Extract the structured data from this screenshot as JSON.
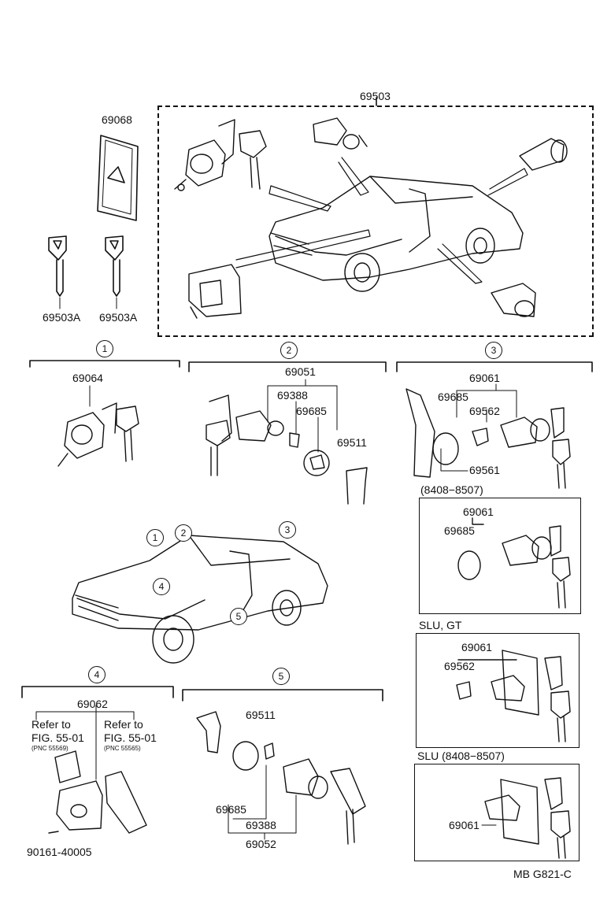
{
  "section_tags": [
    "1",
    "2",
    "3",
    "4",
    "5"
  ],
  "top": {
    "assembly": "69503",
    "cover": "69068",
    "key_left": "69503A",
    "key_right": "69503A"
  },
  "s1": {
    "part": "69064"
  },
  "s2": {
    "parent": "69051",
    "a": "69388",
    "b": "69685",
    "c": "69511"
  },
  "s3": {
    "parent": "69061",
    "a": "69685",
    "b": "69562",
    "c": "69561"
  },
  "v1": {
    "title": "(8408−8507)",
    "parent": "69061",
    "a": "69685"
  },
  "v2": {
    "title": "SLU, GT",
    "parent": "69061",
    "a": "69562"
  },
  "v3": {
    "title": "SLU   (8408−8507)",
    "part": "69061"
  },
  "s4": {
    "parent": "69062",
    "ref1": "Refer to",
    "fig1": "FIG. 55-01",
    "pnc1": "(PNC 55569)",
    "ref2": "Refer to",
    "fig2": "FIG. 55-01",
    "pnc2": "(PNC 55565)",
    "bolt": "90161-40005"
  },
  "s5": {
    "a": "69511",
    "b": "69685",
    "c": "69388",
    "parent": "69052"
  },
  "footer": "MB   G821-C"
}
